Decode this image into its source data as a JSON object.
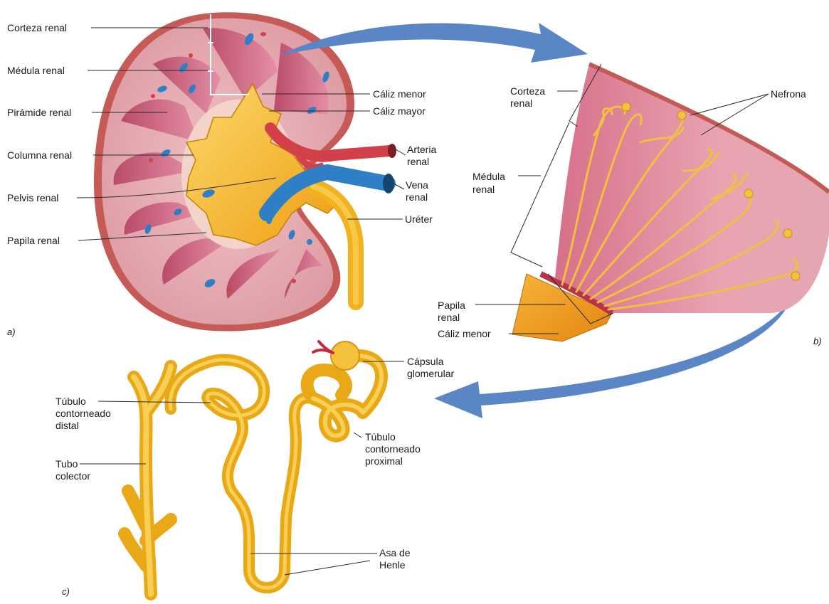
{
  "panel_a": {
    "letter": "a)",
    "labels": {
      "corteza_renal": "Corteza renal",
      "medula_renal": "Médula renal",
      "piramide_renal": "Pirámide renal",
      "columna_renal": "Columna renal",
      "pelvis_renal": "Pelvis renal",
      "papila_renal": "Papila renal",
      "caliz_menor": "Cáliz menor",
      "caliz_mayor": "Cáliz mayor",
      "arteria_renal_1": "Arteria",
      "arteria_renal_2": "renal",
      "vena_renal_1": "Vena",
      "vena_renal_2": "renal",
      "ureter": "Uréter"
    }
  },
  "panel_b": {
    "letter": "b)",
    "labels": {
      "corteza_1": "Corteza",
      "corteza_2": "renal",
      "nefrona": "Nefrona",
      "medula_1": "Médula",
      "medula_2": "renal",
      "papila_1": "Papila",
      "papila_2": "renal",
      "caliz_menor": "Cáliz menor"
    }
  },
  "panel_c": {
    "letter": "c)",
    "labels": {
      "tubulo_distal_1": "Túbulo",
      "tubulo_distal_2": "contorneado",
      "tubulo_distal_3": "distal",
      "tubo_colector_1": "Tubo",
      "tubo_colector_2": "colector",
      "capsula_1": "Cápsula",
      "capsula_2": "glomerular",
      "tubulo_proximal_1": "Túbulo",
      "tubulo_proximal_2": "contorneado",
      "tubulo_proximal_3": "proximal",
      "asa_1": "Asa de",
      "asa_2": "Henle"
    }
  },
  "colors": {
    "cortex": "#e7a9b0",
    "cortex_edge": "#c25a55",
    "medulla": "#c95a78",
    "pelvis": "#f2b21f",
    "pelvis_light": "#fbd35a",
    "artery": "#d2404a",
    "vein": "#2f7fc6",
    "tubule": "#f4c23c",
    "arrow": "#5b86c6"
  }
}
